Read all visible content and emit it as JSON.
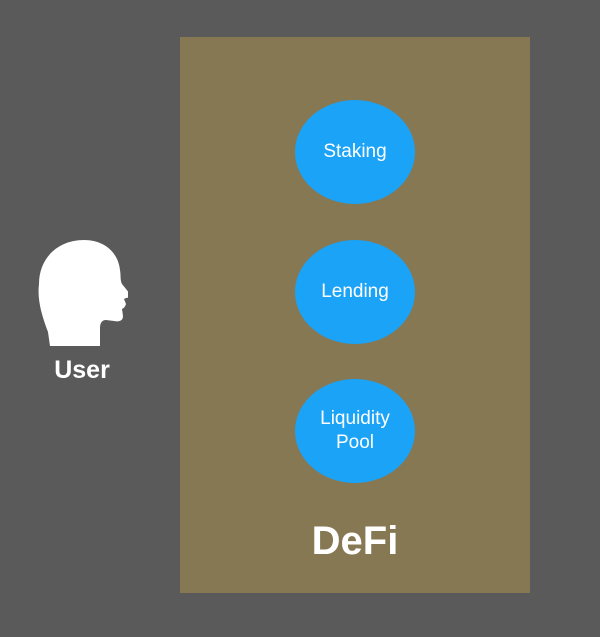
{
  "user": {
    "label": "User",
    "icon": "user-head-silhouette-icon"
  },
  "defi": {
    "label": "DeFi",
    "nodes": [
      {
        "label": "Staking"
      },
      {
        "label": "Lending"
      },
      {
        "label": "Liquidity\nPool"
      }
    ]
  },
  "colors": {
    "background": "#5a5a5a",
    "panel": "#877854",
    "node": "#1aa3f7",
    "text": "#ffffff"
  }
}
